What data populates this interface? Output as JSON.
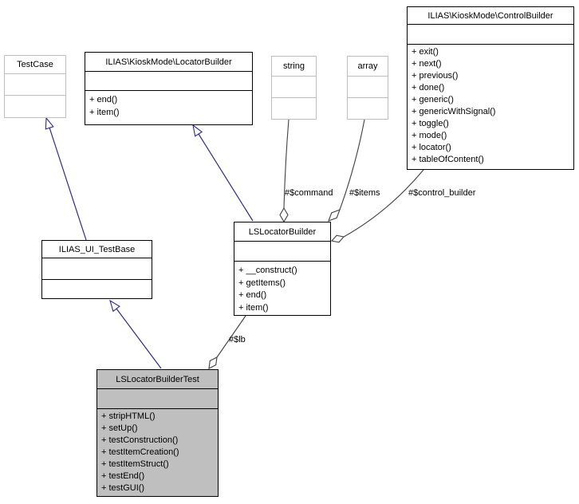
{
  "diagram": {
    "kind": "uml-collaboration-diagram",
    "colors": {
      "inheritance_edge": "#2a2a8c",
      "aggregation_edge": "#404040",
      "class_border": "#000000",
      "external_border": "#bebebe",
      "highlight_fill": "#bfbfbf",
      "background": "#ffffff"
    },
    "nodes": {
      "testcase": {
        "title": "TestCase",
        "methods": []
      },
      "locatorbuilder": {
        "title": "ILIAS\\KioskMode\\LocatorBuilder",
        "methods": [
          "+ end()",
          "+ item()"
        ]
      },
      "stringtype": {
        "title": "string",
        "methods": []
      },
      "arraytype": {
        "title": "array",
        "methods": []
      },
      "controlbuilder": {
        "title": "ILIAS\\KioskMode\\ControlBuilder",
        "methods": [
          "+ exit()",
          "+ next()",
          "+ previous()",
          "+ done()",
          "+ generic()",
          "+ genericWithSignal()",
          "+ toggle()",
          "+ mode()",
          "+ locator()",
          "+ tableOfContent()"
        ]
      },
      "lslocatorbuilder": {
        "title": "LSLocatorBuilder",
        "methods": [
          "+ __construct()",
          "+ getItems()",
          "+ end()",
          "+ item()"
        ]
      },
      "testbase": {
        "title": "ILIAS_UI_TestBase",
        "methods": []
      },
      "lslocatorbuildertest": {
        "title": "LSLocatorBuilderTest",
        "methods": [
          "+ stripHTML()",
          "+ setUp()",
          "+ testConstruction()",
          "+ testItemCreation()",
          "+ testItemStruct()",
          "+ testEnd()",
          "+ testGUI()"
        ]
      }
    },
    "edge_labels": {
      "command": "#$command",
      "items": "#$items",
      "control_builder": "#$control_builder",
      "lb": "#$lb"
    }
  }
}
